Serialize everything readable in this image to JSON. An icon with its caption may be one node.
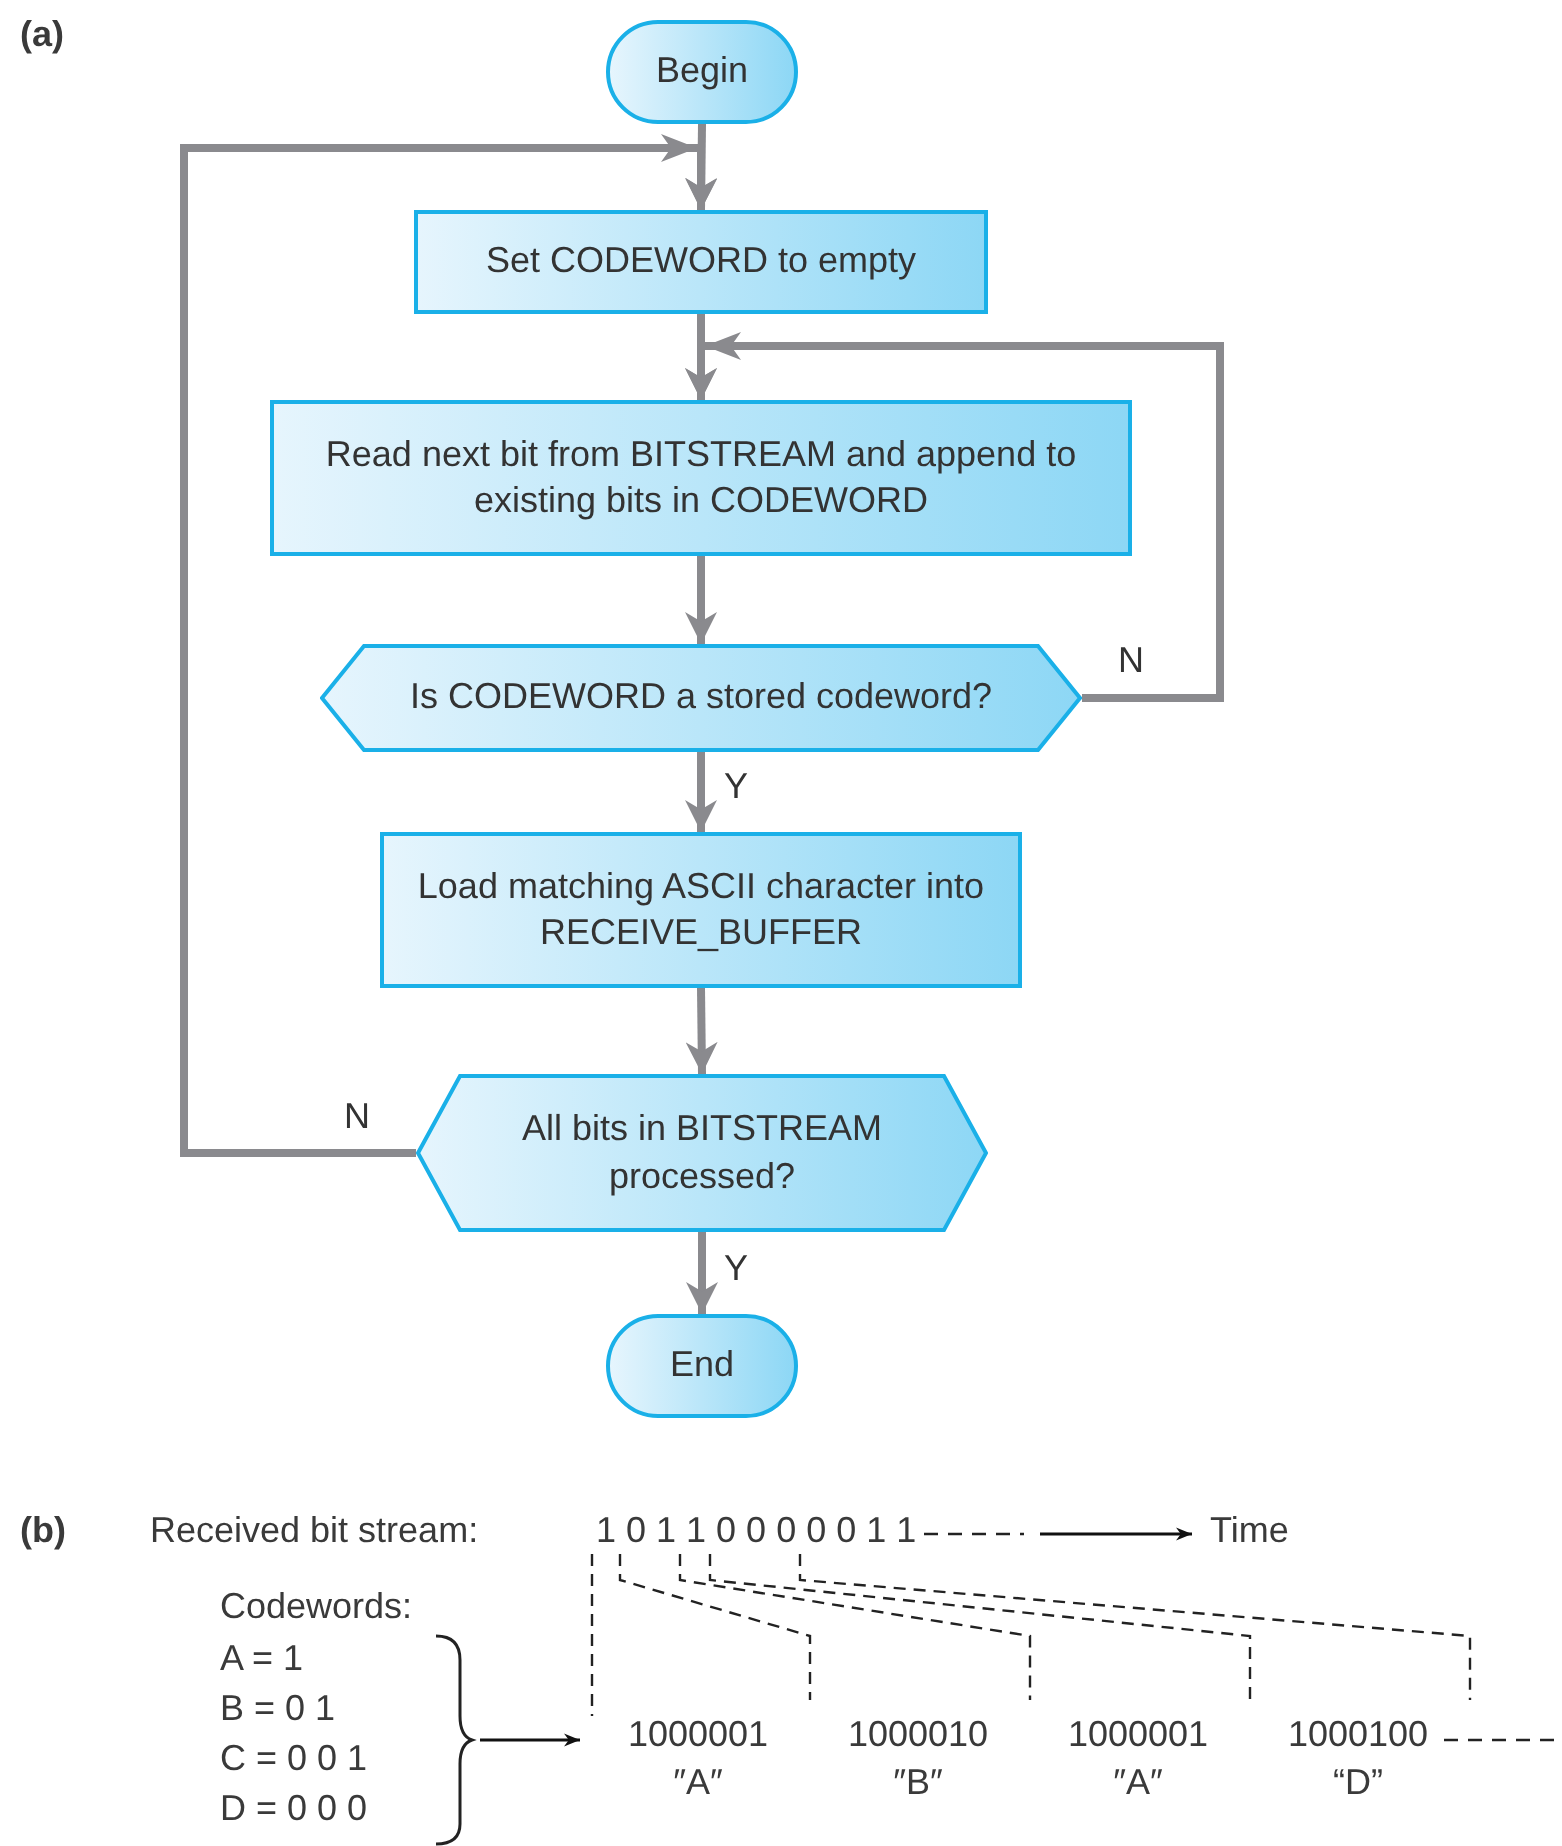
{
  "diagram": {
    "nodes": [
      {
        "text": [
          "Begin"
        ]
      },
      {
        "text": [
          "Set CODEWORD to empty"
        ]
      },
      {
        "text": [
          "Read next bit from BITSTREAM and append to existing bits in CODEWORD"
        ]
      },
      {
        "text": [
          "Is CODEWORD a stored codeword?"
        ]
      },
      {
        "text": [
          "Load matching ASCII character into RECEIVE_BUFFER"
        ]
      },
      {
        "text": [
          "All bits in BITSTREAM processed?"
        ]
      },
      {
        "text": [
          "End"
        ]
      }
    ],
    "edges": [
      {
        "from": 0,
        "to": 1,
        "arrow": "to"
      },
      {
        "from": 5,
        "to": 1,
        "arrow": "to",
        "label": "N"
      },
      {
        "from": 1,
        "to": 2,
        "arrow": "to"
      },
      {
        "from": 3,
        "to": 2,
        "arrow": "to",
        "label": "N"
      },
      {
        "from": 2,
        "to": 3,
        "arrow": "to"
      },
      {
        "from": 3,
        "to": 4,
        "arrow": "to",
        "label": "Y"
      },
      {
        "from": 4,
        "to": 5,
        "arrow": "to"
      },
      {
        "from": 5,
        "to": 6,
        "arrow": "to",
        "label": "Y"
      }
    ],
    "labels": [
      "(a)",
      "(b)",
      "Received bit stream:",
      "1 0 1 1 0 0 0 0 0 1 1",
      "Time",
      "Codewords:",
      "A = 1",
      "B = 0 1",
      "C = 0 0 1",
      "D = 0 0 0",
      "1000001",
      "″A″",
      "1000010",
      "″B″",
      "1000001",
      "″A″",
      "1000100",
      "“D”"
    ]
  }
}
